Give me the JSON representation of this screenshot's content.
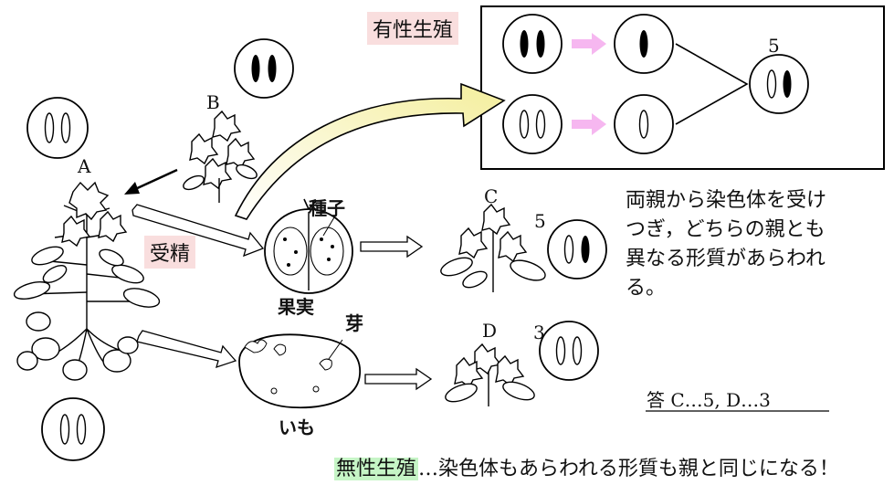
{
  "labels": {
    "sexual_reproduction": "有性生殖",
    "fertilization": "受精",
    "seed": "種子",
    "fruit": "果実",
    "bud": "芽",
    "potato": "いも",
    "plant_a": "A",
    "plant_b": "B",
    "plant_c": "C",
    "plant_d": "D",
    "num_5_top": "5",
    "num_5_c": "5",
    "num_3_d": "3"
  },
  "explanation": {
    "line1": "両親から染色体を受け",
    "line2": "つぎ，どちらの親とも",
    "line3": "異なる形質があらわれ",
    "line4": "る。"
  },
  "answer": "答  C…5, D…3",
  "asexual": {
    "term": "無性生殖",
    "rest": "…染色体もあらわれる形質も親と同じになる！"
  },
  "colors": {
    "pink_tag": "#f9dede",
    "green_tag": "#c6f5c6",
    "pink_arrow": "#f6b7f0",
    "yellow_arrow": "#faf5b4"
  }
}
